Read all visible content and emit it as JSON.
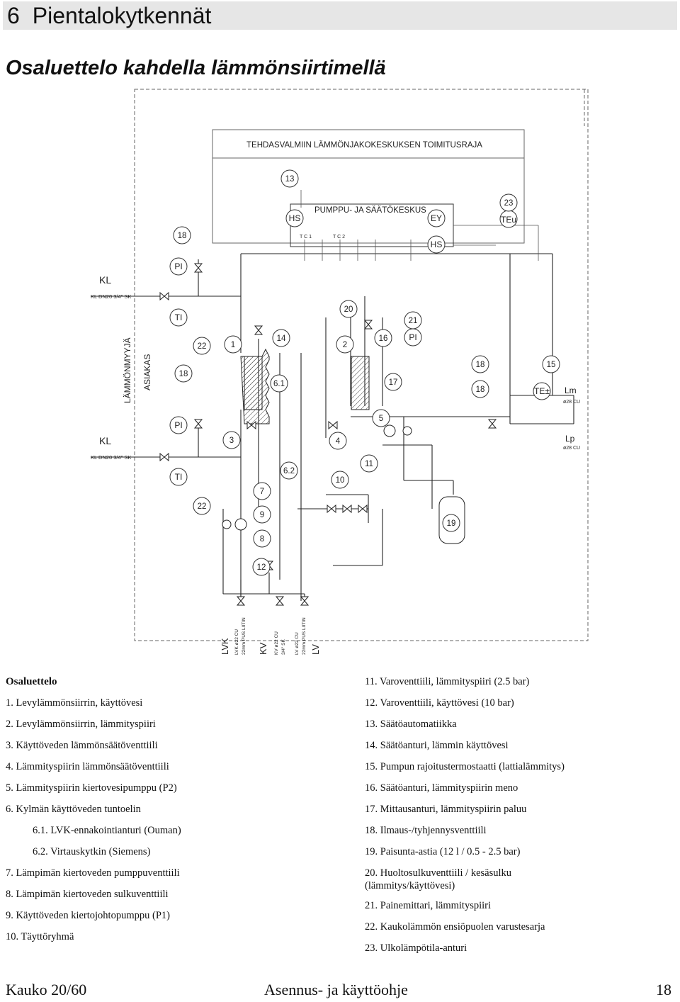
{
  "chapter": {
    "number": "6",
    "title": "Pientalokytkennät"
  },
  "section_title": "Osaluettelo kahdella lämmönsiirtimellä",
  "diagram": {
    "boundary_label": "TEHDASVALMIIN LÄMMÖNJAKOKESKUKSEN TOIMITUSRAJA",
    "pump_control_center": "PUMPPU- JA SÄÄTÖKESKUS",
    "side_labels": {
      "supplier": "LÄMMÖNMYYJÄ",
      "customer": "ASIAKAS"
    },
    "kl": "KL",
    "kl_pipe": "KL DN20 3/4\" SK",
    "hs": "HS",
    "ey": "EY",
    "teu": "TEu",
    "te": "TE±",
    "lm": "Lm",
    "lp": "Lp",
    "pipe_lm": "ø28 CU",
    "pipe_lp": "ø28 CU",
    "tc1": "T C 1",
    "tc2": "T C 2",
    "pi": "PI",
    "ti": "TI",
    "outlets": {
      "lvk": "LVK",
      "lvk_spec1": "LVK ø22 CU",
      "lvk_spec2": "22mm PUS LIITIN",
      "kv": "KV",
      "kv_spec1": "KV ø22 CU",
      "kv_spec2": "3/4\" SK",
      "lv": "LV",
      "lv_spec1": "LV ø22 CU",
      "lv_spec2": "22mm PUS LIITIN"
    },
    "numbers": {
      "n1": "1",
      "n2": "2",
      "n3": "3",
      "n4": "4",
      "n5": "5",
      "n61": "6.1",
      "n62": "6.2",
      "n7": "7",
      "n8": "8",
      "n9": "9",
      "n10": "10",
      "n11": "11",
      "n12": "12",
      "n13": "13",
      "n14": "14",
      "n15": "15",
      "n16": "16",
      "n17": "17",
      "n18": "18",
      "n19": "19",
      "n20": "20",
      "n21": "21",
      "n22": "22",
      "n23": "23"
    }
  },
  "legend_heading": "Osaluettelo",
  "legend_left": [
    "1. Levylämmönsiirrin, käyttövesi",
    "2. Levylämmönsiirrin, lämmityspiiri",
    "3. Käyttöveden lämmönsäätöventtiili",
    "4. Lämmityspiirin lämmönsäätöventtiili",
    "5. Lämmityspiirin kiertovesipumppu (P2)",
    "6. Kylmän käyttöveden tuntoelin",
    "6.1. LVK-ennakointianturi (Ouman)",
    "6.2. Virtauskytkin (Siemens)",
    "7. Lämpimän kiertoveden pumppuventtiili",
    "8. Lämpimän kiertoveden sulkuventtiili",
    "9. Käyttöveden kiertojohtopumppu (P1)",
    "10. Täyttöryhmä"
  ],
  "legend_right": [
    "11. Varoventtiili, lämmityspiiri (2.5 bar)",
    "12. Varoventtiili, käyttövesi (10 bar)",
    "13. Säätöautomatiikka",
    "14. Säätöanturi, lämmin käyttövesi",
    "15. Pumpun rajoitustermostaatti (lattialämmitys)",
    "16. Säätöanturi, lämmityspiirin meno",
    "17. Mittausanturi, lämmityspiirin paluu",
    "18. Ilmaus-/tyhjennysventtiili",
    "19. Paisunta-astia (12 l / 0.5 - 2.5 bar)",
    "20. Huoltosulkuventtiili / kesäsulku (lämmitys/käyttövesi)",
    "21. Painemittari, lämmityspiiri",
    "22. Kaukolämmön ensiöpuolen varustesarja",
    "23. Ulkolämpötila-anturi"
  ],
  "footer": {
    "left": "Kauko 20/60",
    "center": "Asennus- ja käyttöohje",
    "right": "18"
  }
}
